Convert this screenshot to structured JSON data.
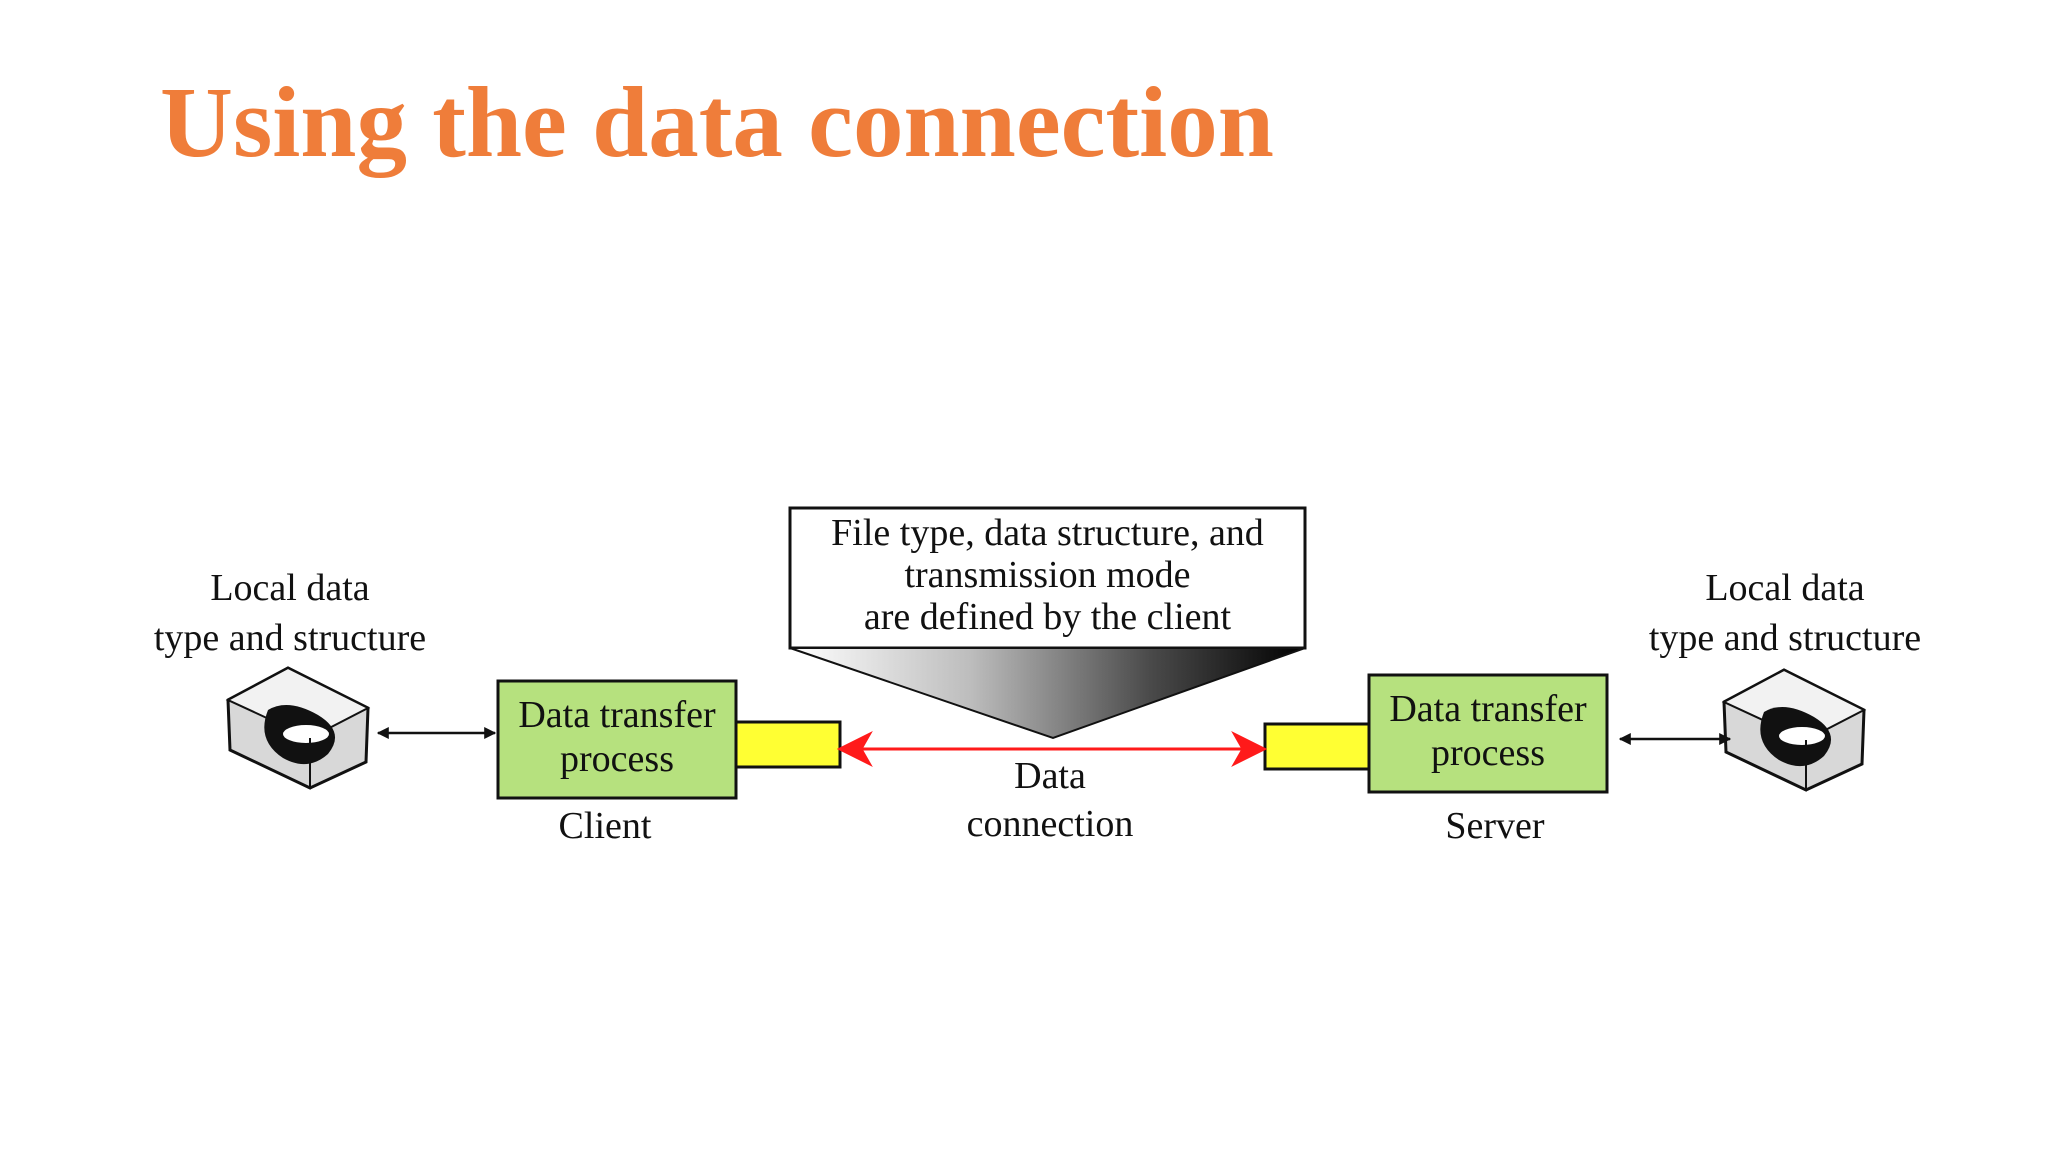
{
  "title": "Using the data connection",
  "colors": {
    "title": "#ef7d3a",
    "process_box": "#b6e17e",
    "port": "#ffff33",
    "data_connection_arrow": "#ff1a1a",
    "local_arrow": "#111111"
  },
  "callout": {
    "lines": [
      "File type, data structure, and",
      "transmission mode",
      "are defined by the client"
    ]
  },
  "client": {
    "local_data_lines": [
      "Local data",
      "type and structure"
    ],
    "process_lines": [
      "Data transfer",
      "process"
    ],
    "label": "Client",
    "disk_icon": "hard-disk-icon"
  },
  "server": {
    "local_data_lines": [
      "Local data",
      "type and structure"
    ],
    "process_lines": [
      "Data transfer",
      "process"
    ],
    "label": "Server",
    "disk_icon": "hard-disk-icon"
  },
  "connection": {
    "lines": [
      "Data",
      "connection"
    ]
  }
}
